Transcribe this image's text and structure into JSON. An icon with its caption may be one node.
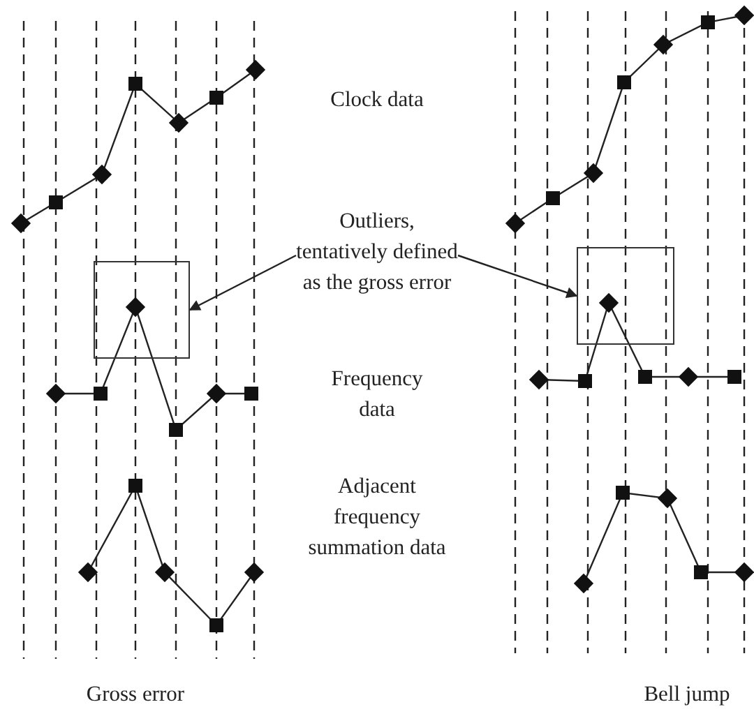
{
  "diagram": {
    "nodes": [
      {
        "text": [
          "Outliers, tentatively defined as the gross error"
        ]
      },
      {
        "text": [],
        "shape": "box"
      },
      {
        "text": [],
        "shape": "box"
      }
    ],
    "edges": [
      {
        "from": 0,
        "to": 1,
        "arrow": "to"
      },
      {
        "from": 0,
        "to": 2,
        "arrow": "to"
      }
    ],
    "labels": [
      "Clock data",
      "Frequency data",
      "Adjacent frequency summation data",
      "Gross error",
      "Bell jump"
    ]
  }
}
